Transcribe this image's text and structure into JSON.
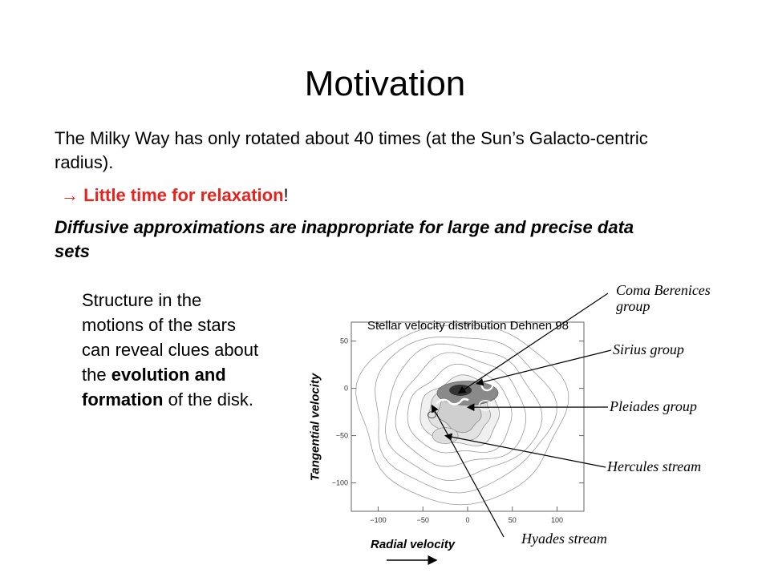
{
  "slide": {
    "title": "Motivation",
    "paragraph1": "The Milky Way has only rotated about 40 times (at the Sun’s Galacto-centric radius).",
    "bullet_arrow": "",
    "bullet_text": "Little time for relaxation",
    "bullet_end": "!",
    "paragraph2": "Diffusive approximations are inappropriate for large and precise data sets",
    "para3_a": "Structure in the motions of the stars can reveal clues about the ",
    "para3_bold1": "evolution and formation",
    "para3_b": " of the disk."
  },
  "chart_data": {
    "type": "contour",
    "annotation": "Stellar velocity distribution Dehnen 98",
    "xlabel": "Radial velocity",
    "ylabel": "Tangential velocity",
    "x_ticks": [
      -100,
      -50,
      0,
      50,
      100
    ],
    "y_ticks": [
      50,
      0,
      -50,
      -100
    ],
    "xlim": [
      -130,
      130
    ],
    "ylim": [
      -130,
      70
    ],
    "labels": [
      {
        "text": "Coma Berenices group",
        "target": [
          -10,
          -5
        ]
      },
      {
        "text": "Sirius group",
        "target": [
          10,
          5
        ]
      },
      {
        "text": "Pleiades group",
        "target": [
          0,
          -20
        ]
      },
      {
        "text": "Hercules stream",
        "target": [
          -25,
          -50
        ]
      },
      {
        "text": "Hyades stream",
        "target": [
          -40,
          -18
        ]
      }
    ]
  }
}
